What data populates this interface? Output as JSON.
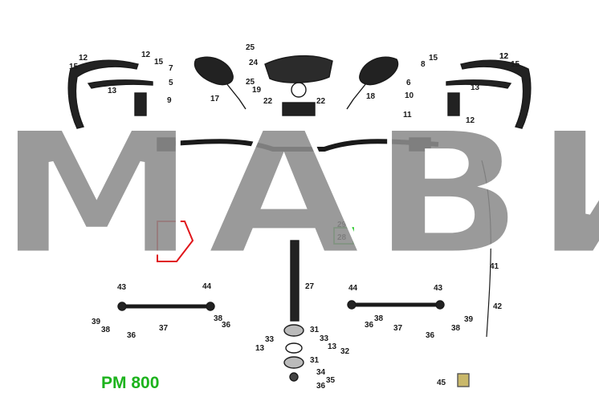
{
  "model": "PM 800",
  "watermark": "МАВИК",
  "colors": {
    "model_text": "#1db31d",
    "line": "#1a1a1a",
    "watermark": "#8c8c8c",
    "highlight": "#19c419",
    "part_red": "#e0161b"
  },
  "callouts": [
    {
      "id": "c-12a",
      "text": "12"
    },
    {
      "id": "c-15a",
      "text": "15"
    },
    {
      "id": "c-12b",
      "text": "12"
    },
    {
      "id": "c-15b",
      "text": "15"
    },
    {
      "id": "c-7",
      "text": "7"
    },
    {
      "id": "c-5",
      "text": "5"
    },
    {
      "id": "c-13a",
      "text": "13"
    },
    {
      "id": "c-9",
      "text": "9"
    },
    {
      "id": "c-25a",
      "text": "25"
    },
    {
      "id": "c-24",
      "text": "24"
    },
    {
      "id": "c-25b",
      "text": "25"
    },
    {
      "id": "c-19",
      "text": "19"
    },
    {
      "id": "c-17",
      "text": "17"
    },
    {
      "id": "c-22a",
      "text": "22"
    },
    {
      "id": "c-22b",
      "text": "22"
    },
    {
      "id": "c-18",
      "text": "18"
    },
    {
      "id": "c-12c",
      "text": "12"
    },
    {
      "id": "c-15c",
      "text": "15"
    },
    {
      "id": "c-8",
      "text": "8"
    },
    {
      "id": "c-12d",
      "text": "12"
    },
    {
      "id": "c-15d",
      "text": "15"
    },
    {
      "id": "c-6",
      "text": "6"
    },
    {
      "id": "c-13b",
      "text": "13"
    },
    {
      "id": "c-10",
      "text": "10"
    },
    {
      "id": "c-11",
      "text": "11"
    },
    {
      "id": "c-12e",
      "text": "12"
    },
    {
      "id": "c-29",
      "text": "29"
    },
    {
      "id": "c-28",
      "text": "28"
    },
    {
      "id": "c-27",
      "text": "27"
    },
    {
      "id": "c-43a",
      "text": "43"
    },
    {
      "id": "c-44a",
      "text": "44"
    },
    {
      "id": "c-44b",
      "text": "44"
    },
    {
      "id": "c-43b",
      "text": "43"
    },
    {
      "id": "c-41",
      "text": "41"
    },
    {
      "id": "c-42",
      "text": "42"
    },
    {
      "id": "c-39a",
      "text": "39"
    },
    {
      "id": "c-38a",
      "text": "38"
    },
    {
      "id": "c-36a",
      "text": "36"
    },
    {
      "id": "c-37a",
      "text": "37"
    },
    {
      "id": "c-38b",
      "text": "38"
    },
    {
      "id": "c-36b",
      "text": "36"
    },
    {
      "id": "c-38c",
      "text": "38"
    },
    {
      "id": "c-36c",
      "text": "36"
    },
    {
      "id": "c-37b",
      "text": "37"
    },
    {
      "id": "c-39b",
      "text": "39"
    },
    {
      "id": "c-38d",
      "text": "38"
    },
    {
      "id": "c-36d",
      "text": "36"
    },
    {
      "id": "c-31a",
      "text": "31"
    },
    {
      "id": "c-33a",
      "text": "33"
    },
    {
      "id": "c-33b",
      "text": "33"
    },
    {
      "id": "c-13c",
      "text": "13"
    },
    {
      "id": "c-13d",
      "text": "13"
    },
    {
      "id": "c-32",
      "text": "32"
    },
    {
      "id": "c-31b",
      "text": "31"
    },
    {
      "id": "c-34",
      "text": "34"
    },
    {
      "id": "c-35",
      "text": "35"
    },
    {
      "id": "c-36e",
      "text": "36"
    },
    {
      "id": "c-45",
      "text": "45"
    }
  ]
}
